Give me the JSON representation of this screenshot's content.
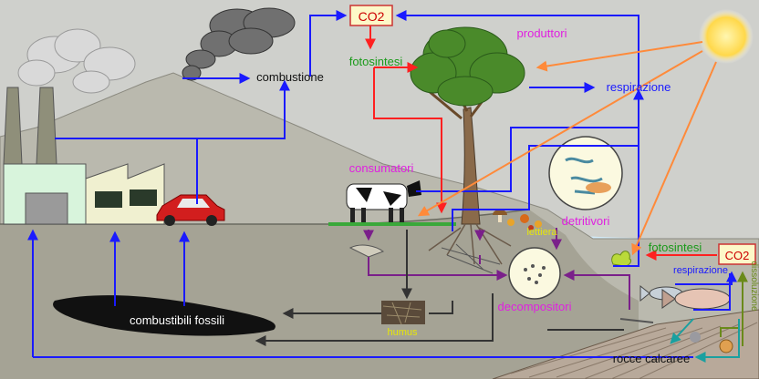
{
  "labels": {
    "co2_top": "CO2",
    "co2_water": "CO2",
    "fotosintesi_land": "fotosintesi",
    "fotosintesi_water": "fotosintesi",
    "produttori": "produttori",
    "combustione": "combustione",
    "respirazione_land": "respirazione",
    "respirazione_water": "respirazione",
    "consumatori": "consumatori",
    "detritivori": "detritivori",
    "lettiera": "lettiera",
    "decompositori": "decompositori",
    "humus": "humus",
    "combustibili_fossili": "combustibili fossili",
    "dissoluzione": "dissoluzione",
    "rocce_calcaree": "rocce calcaree"
  },
  "colors": {
    "carbon_flow": "#1a1aff",
    "photosynthesis_flow": "#ff2020",
    "sunlight": "#ff8a3a",
    "decomposition_flow": "#7a1f8a",
    "burial_flow": "#333333",
    "dissolution_flow": "#6a8a1a",
    "label_magenta": "#e020e0",
    "label_green": "#1a9a1a",
    "label_blue": "#1a1aff"
  }
}
